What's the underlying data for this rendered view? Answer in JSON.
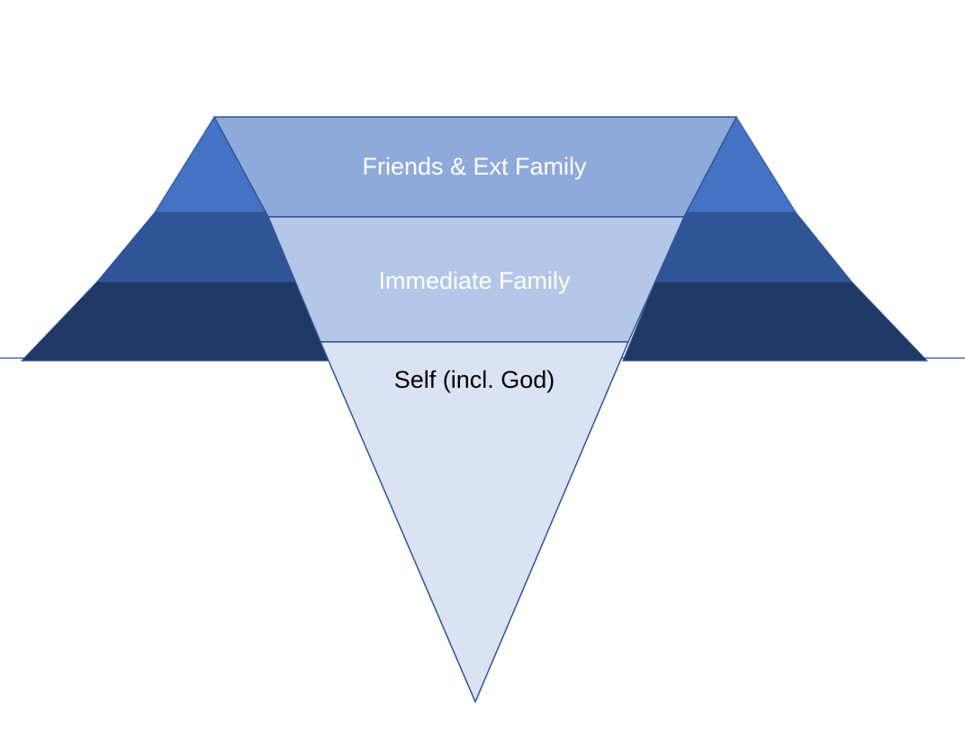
{
  "diagram": {
    "layers": [
      {
        "label": "Friends & Ext Family",
        "fill": "#8eaadb",
        "text_color": "#ffffff"
      },
      {
        "label": "Immediate Family",
        "fill": "#b4c7e7",
        "text_color": "#ffffff"
      },
      {
        "label": "Self (incl. God)",
        "fill": "#dae3f3",
        "text_color": "#000000"
      }
    ],
    "side_tiers": [
      {
        "fill": "#4472c4"
      },
      {
        "fill": "#2f5597"
      },
      {
        "fill": "#203864"
      }
    ],
    "outline_color": "#2f5597",
    "horizon_color": "#2f5597"
  }
}
